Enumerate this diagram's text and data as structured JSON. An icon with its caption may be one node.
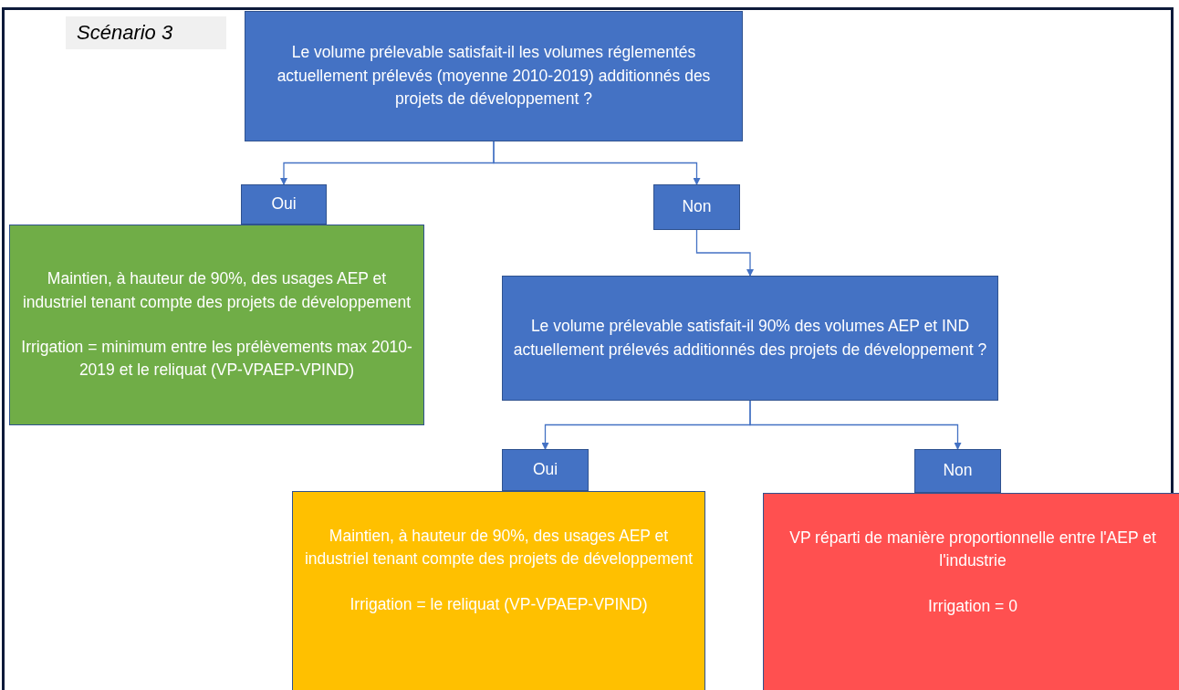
{
  "diagram": {
    "title": "Scénario 3",
    "nodes": [
      {
        "text": [
          "Le volume prélevable satisfait-il les volumes réglementés actuellement prélevés (moyenne 2010-2019) additionnés des projets de développement ?"
        ]
      },
      {
        "text": [
          "Oui"
        ]
      },
      {
        "text": [
          "Non"
        ]
      },
      {
        "text": [
          "Maintien, à hauteur de 90%, des usages AEP et industriel tenant compte des projets de développement",
          "Irrigation = minimum entre les prélèvements max 2010-2019 et le reliquat (VP-VPAEP-VPIND)"
        ]
      },
      {
        "text": [
          "Le volume prélevable satisfait-il 90% des volumes AEP et IND actuellement prélevés additionnés des projets de développement ?"
        ]
      },
      {
        "text": [
          "Oui"
        ]
      },
      {
        "text": [
          "Non"
        ]
      },
      {
        "text": [
          "Maintien, à hauteur de 90%, des usages AEP et industriel tenant compte des projets de développement",
          "Irrigation = le reliquat (VP-VPAEP-VPIND)"
        ]
      },
      {
        "text": [
          "VP réparti de manière proportionnelle entre l'AEP et l'industrie",
          "Irrigation = 0"
        ]
      }
    ],
    "edges": [
      {
        "from": 0,
        "to": 1,
        "arrow": "to"
      },
      {
        "from": 0,
        "to": 2,
        "arrow": "to"
      },
      {
        "from": 2,
        "to": 4,
        "arrow": "to"
      },
      {
        "from": 4,
        "to": 5,
        "arrow": "to"
      },
      {
        "from": 4,
        "to": 6,
        "arrow": "to"
      }
    ]
  }
}
